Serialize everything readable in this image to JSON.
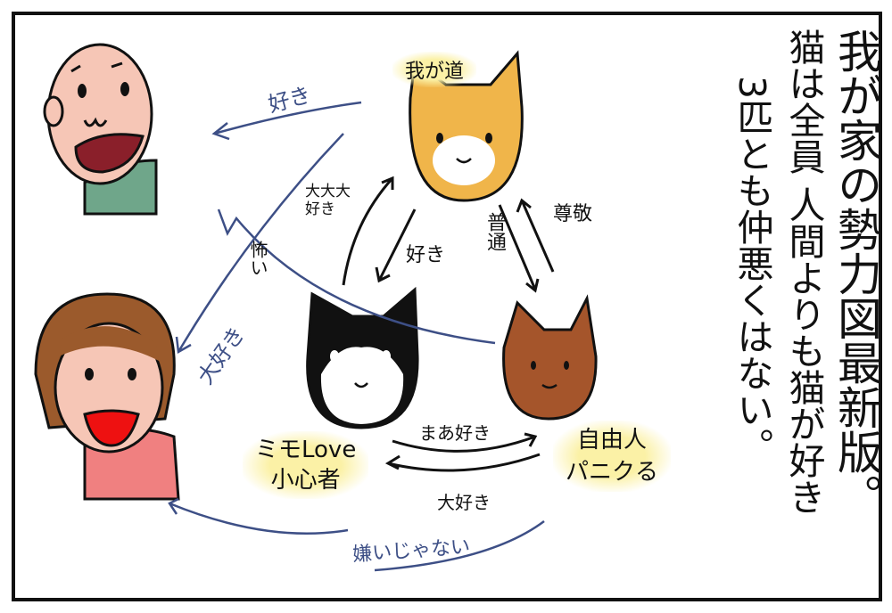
{
  "title_columns": [
    "我が家の勢力図最新版。",
    "猫は全員 人間よりも猫が好き",
    "3匹とも仲悪くはない。"
  ],
  "cats": {
    "orange": {
      "label": "我が道",
      "color": "#f0b54a"
    },
    "black_white": {
      "label_line1": "ミモLove",
      "label_line2": "小心者"
    },
    "brown": {
      "label_line1": "自由人",
      "label_line2": "パニクる",
      "color": "#a5552b"
    }
  },
  "humans": {
    "man": {
      "shirt_color": "#6fa68a"
    },
    "woman": {
      "shirt_color": "#f08080"
    }
  },
  "relations": {
    "orange_to_man": "好き",
    "blackwhite_to_orange": "大大大好き",
    "orange_to_blackwhite": "好き",
    "orange_to_brown": "普通",
    "brown_to_orange": "尊敬",
    "man_scary": "怖い",
    "to_woman": "大好き",
    "blackwhite_to_brown": "まあ好き",
    "brown_to_blackwhite": "大好き",
    "not_dislike": "嫌いじゃない"
  }
}
